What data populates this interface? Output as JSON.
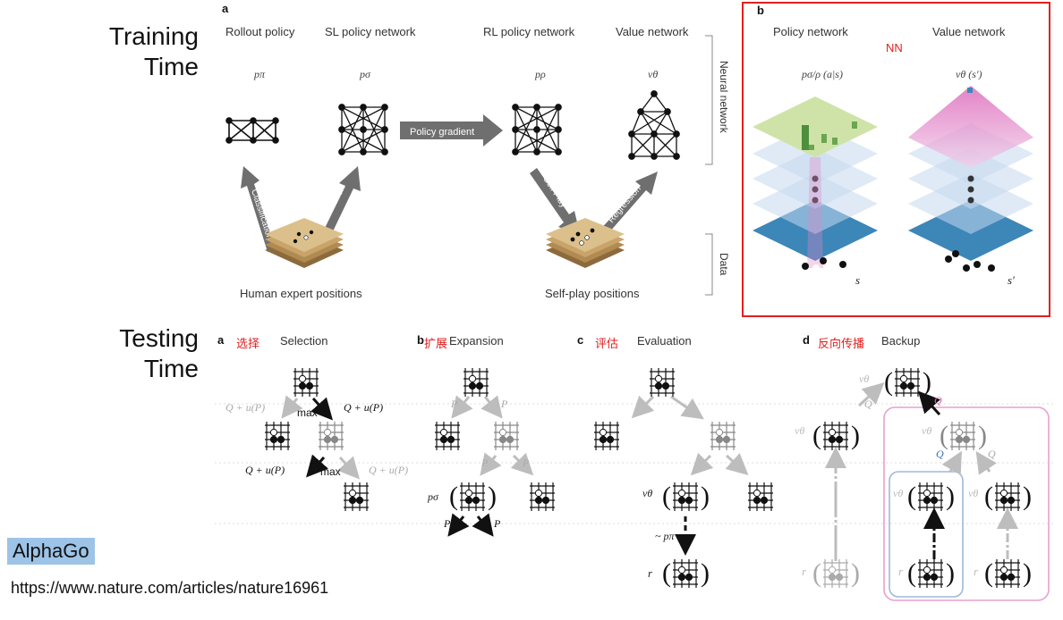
{
  "left_labels": {
    "training_line1": "Training",
    "training_line2": "Time",
    "testing_line1": "Testing",
    "testing_line2": "Time"
  },
  "panel_a": {
    "letter": "a",
    "columns": [
      "Rollout policy",
      "SL policy network",
      "RL policy network",
      "Value network"
    ],
    "symbols": [
      "pπ",
      "pσ",
      "pρ",
      "vθ"
    ],
    "arrow_policy_gradient": "Policy gradient",
    "arrow_classification_1": "Classification",
    "arrow_classification_2": "Classification",
    "arrow_self_play": "Self Play",
    "arrow_regression": "Regression",
    "side_neural": "Neural network",
    "side_data": "Data",
    "human_positions": "Human expert positions",
    "selfplay_positions": "Self-play positions"
  },
  "panel_b": {
    "letter": "b",
    "policy_title": "Policy network",
    "value_title": "Value network",
    "nn_label": "NN",
    "policy_symbol": "pσ/ρ (a|s)",
    "value_symbol": "vθ (s′)",
    "s_label": "s",
    "s_prime_label": "s′"
  },
  "mcts": {
    "a_letter": "a",
    "a_cn": "选择",
    "a_en": "Selection",
    "b_letter": "b",
    "b_cn": "扩展",
    "b_en": "Expansion",
    "c_letter": "c",
    "c_cn": "评估",
    "c_en": "Evaluation",
    "d_letter": "d",
    "d_cn": "反向传播",
    "d_en": "Backup",
    "q_up_left": "Q + u(P)",
    "q_up_right": "Q + u(P)",
    "q_low_left": "Q + u(P)",
    "q_low_right": "Q + u(P)",
    "max1": "max",
    "max2": "max",
    "p": "P",
    "p_sigma": "pσ",
    "v_theta": "vθ",
    "r": "r",
    "p_pi": "~ pπ",
    "q": "Q"
  },
  "footer": {
    "alphago": "AlphaGo",
    "url": "https://www.nature.com/articles/nature16961"
  },
  "colors": {
    "red": "#e02020",
    "arrow_gray": "#6f6f6f",
    "board_blue": "#3d86b8",
    "board_green": "#cfe3a8",
    "value_pink": "#e088c8",
    "backup_pink": "#e8a0cc",
    "backup_blue": "#9eb8dc"
  }
}
